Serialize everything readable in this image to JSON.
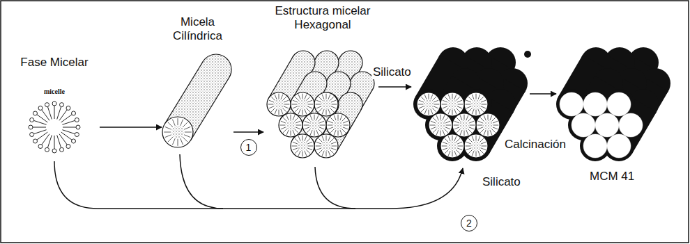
{
  "diagram": {
    "nodes": [
      {
        "text": [
          "Fase Micelar",
          "micelle"
        ]
      },
      {
        "text": [
          "Micela Cilíndrica"
        ]
      },
      {
        "text": [
          "Estructura micelar Hexagonal"
        ]
      }
    ],
    "edges": [
      {
        "from": 0,
        "to": 1,
        "arrow": "to"
      },
      {
        "from": 1,
        "to": 2,
        "arrow": "to",
        "label": "1"
      }
    ],
    "labels": [
      "Silicato",
      "Calcinación",
      "MCM 41",
      "Silicato",
      "2"
    ]
  }
}
